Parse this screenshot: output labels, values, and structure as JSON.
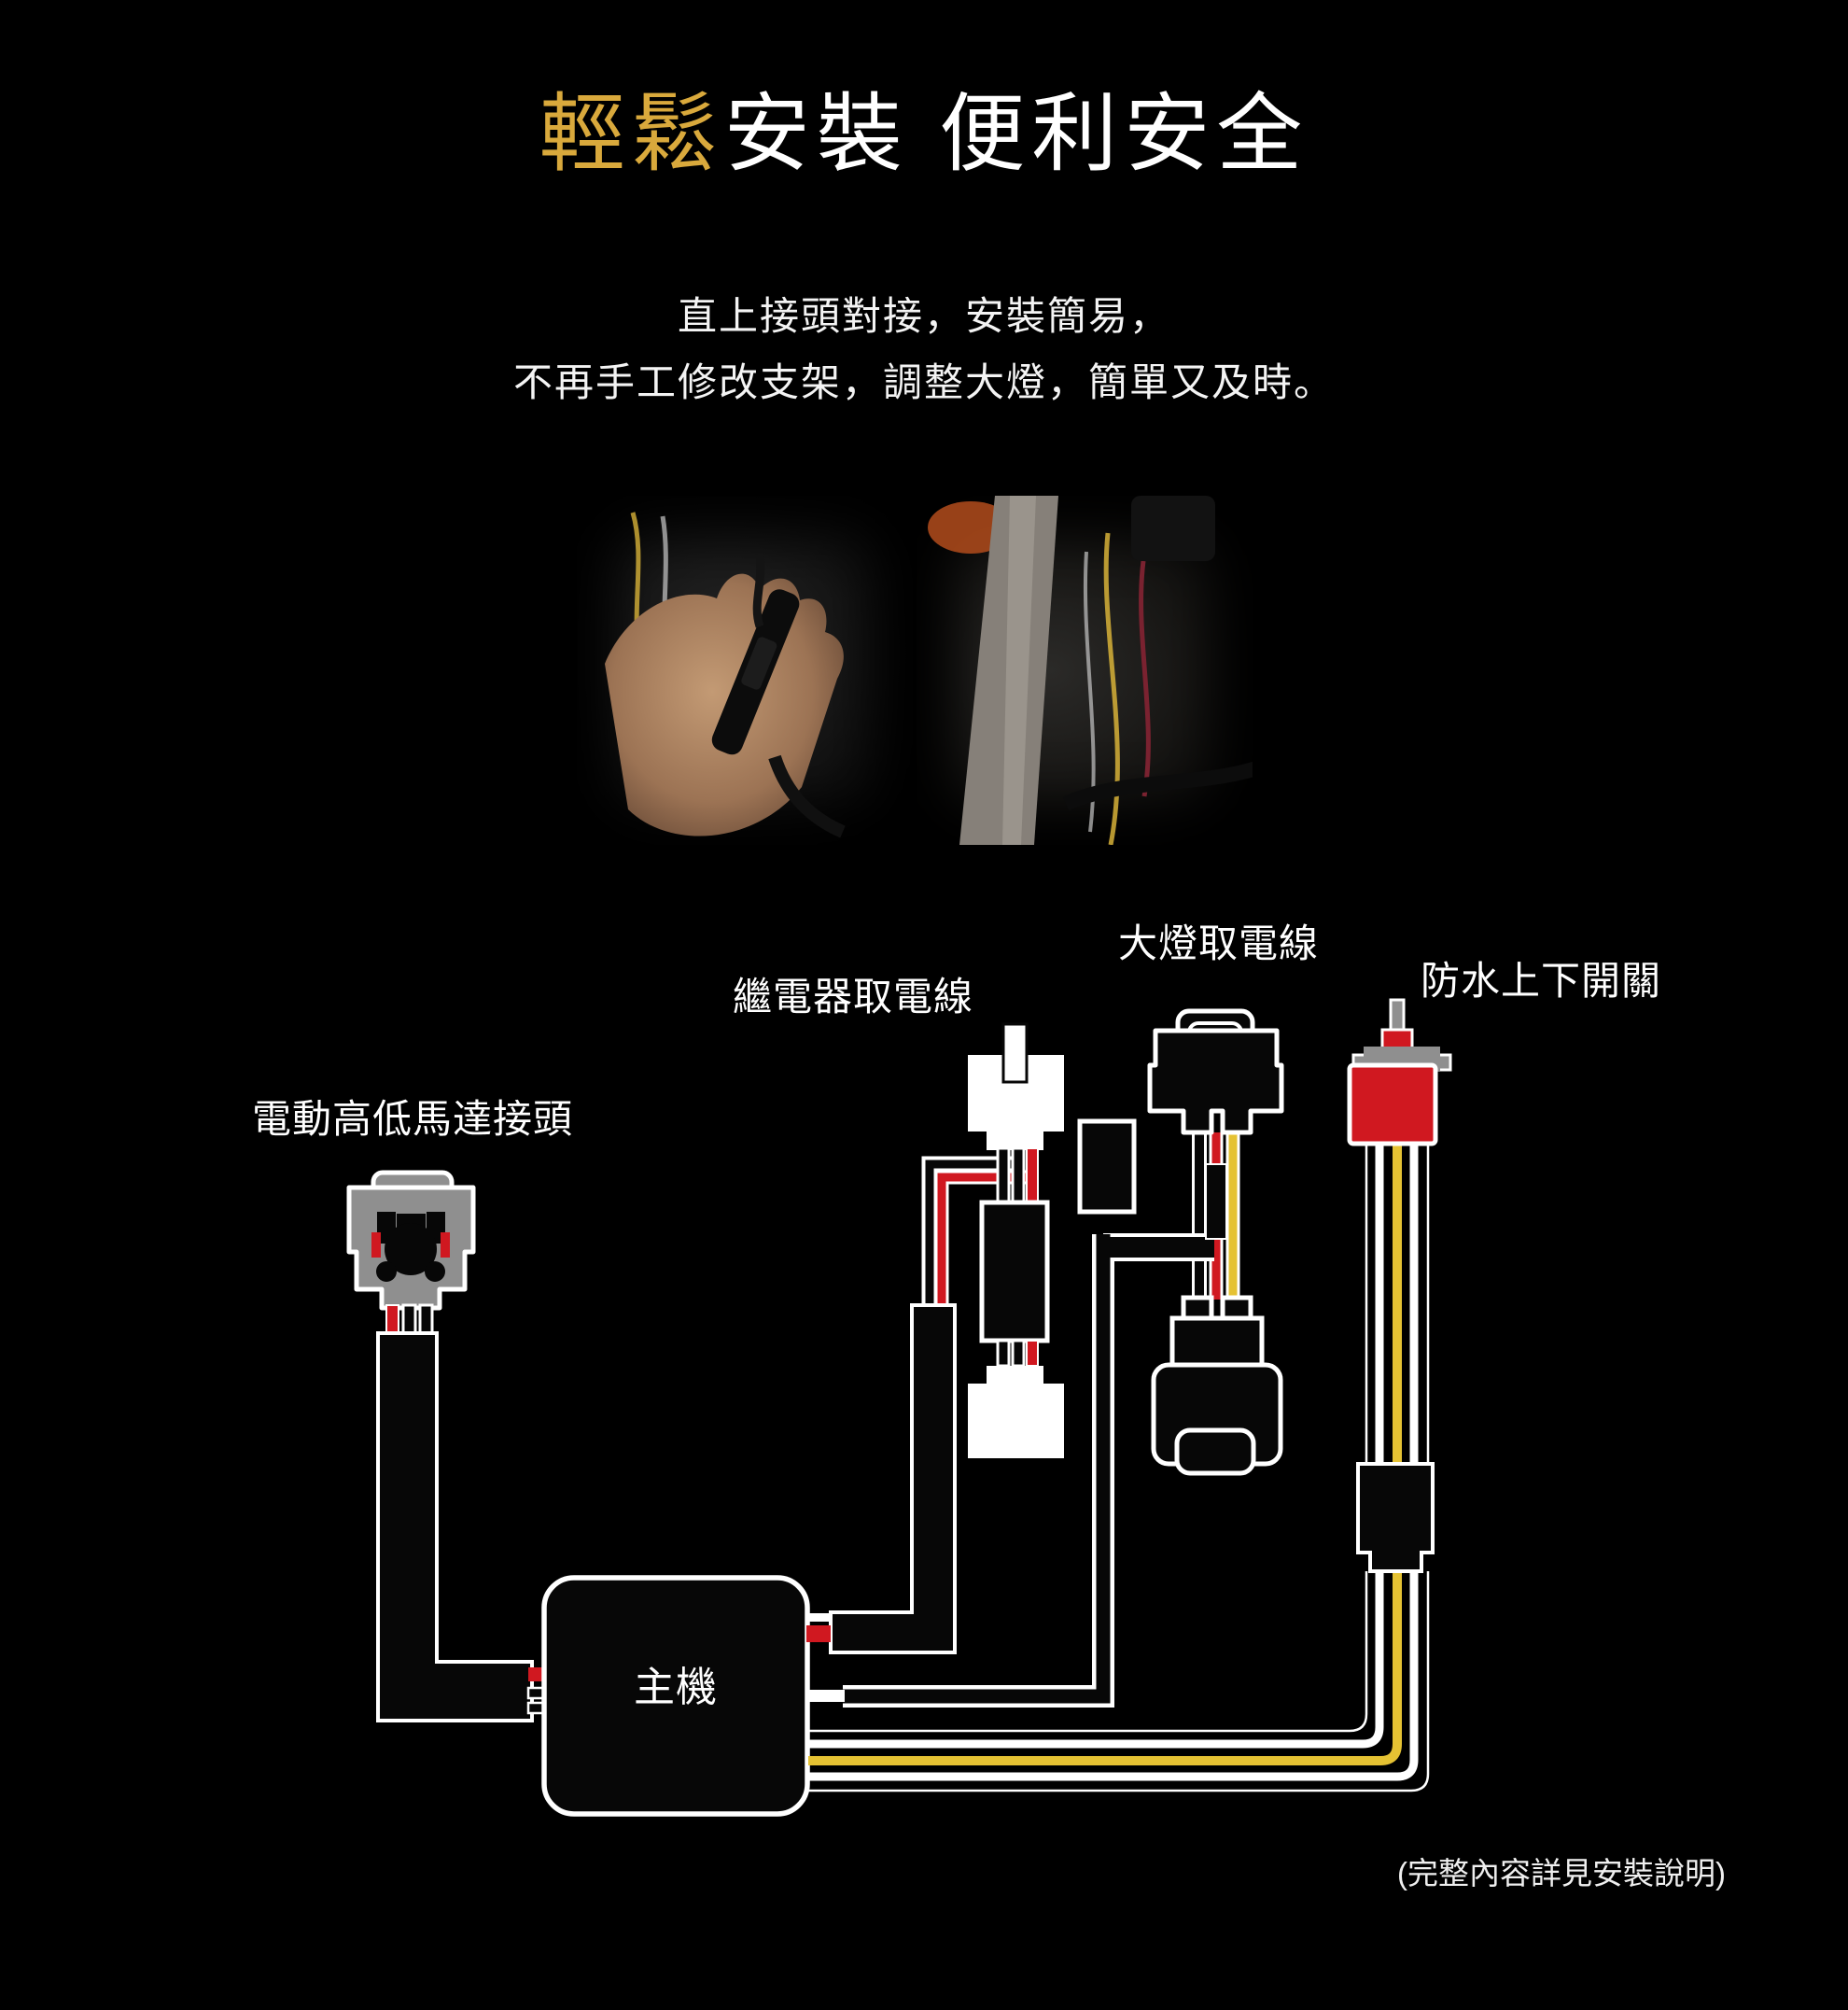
{
  "page": {
    "background": "#000000"
  },
  "title": {
    "highlight": "輕鬆",
    "rest": "安裝 便利安全",
    "highlight_color": "#d9a93c"
  },
  "subtitle": {
    "line1": "直上接頭對接，安裝簡易，",
    "line2": "不再手工修改支架，調整大燈，簡單又及時。"
  },
  "diagram": {
    "labels": {
      "relay": "繼電器取電線",
      "headlight": "大燈取電線",
      "switch": "防水上下開關",
      "motor": "電動高低馬達接頭",
      "main_unit": "主機",
      "note": "(完整內容詳見安裝說明)"
    },
    "colors": {
      "wire_red": "#d01820",
      "wire_yellow": "#e5c233",
      "connector_gray": "#8f8f8f",
      "outline_white": "#ffffff"
    }
  }
}
